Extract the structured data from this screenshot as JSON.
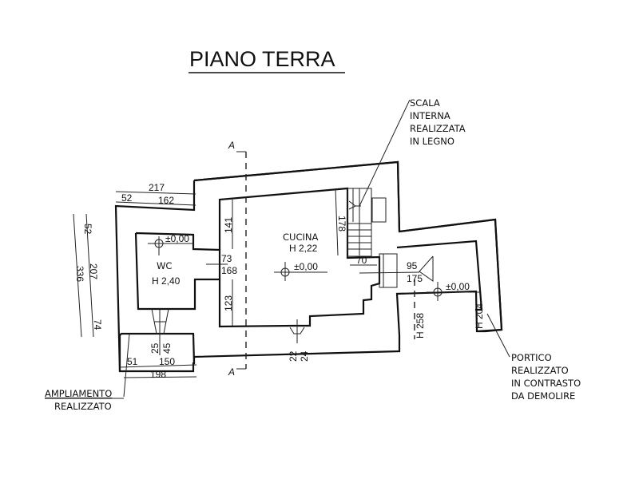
{
  "title": "PIANO TERRA",
  "section_marker": "A",
  "rooms": [
    {
      "name": "WC",
      "height": "H 2,40",
      "level": "±0,00"
    },
    {
      "name": "CUCINA",
      "height": "H 2,22",
      "level": "±0,00"
    },
    {
      "name": "PORTICO",
      "height": "H 204",
      "level": "±0,00"
    }
  ],
  "extra_heights": {
    "h258": "H 258"
  },
  "annotations": {
    "scala": [
      "SCALA",
      "INTERNA",
      "REALIZZATA",
      "IN LEGNO"
    ],
    "portico": [
      "PORTICO",
      "REALIZZATO",
      "IN CONTRASTO",
      "DA DEMOLIRE"
    ],
    "ampliamento": [
      "AMPLIAMENTO",
      "REALIZZATO"
    ]
  },
  "dimensions": {
    "top_217": "217",
    "top_52": "52",
    "top_162": "162",
    "left_52": "52",
    "left_207": "207",
    "left_336": "336",
    "left_74": "74",
    "wall_141": "141",
    "door_73": "73",
    "door_168": "168",
    "wall_123": "123",
    "stair_178": "178",
    "stair_70": "70",
    "win_95": "95",
    "win_175": "175",
    "wc_win_25": "25",
    "wc_win_45": "45",
    "bot_51": "51",
    "bot_150": "150",
    "bot_198": "198",
    "kit_win_22": "22",
    "kit_win_24": "24"
  }
}
